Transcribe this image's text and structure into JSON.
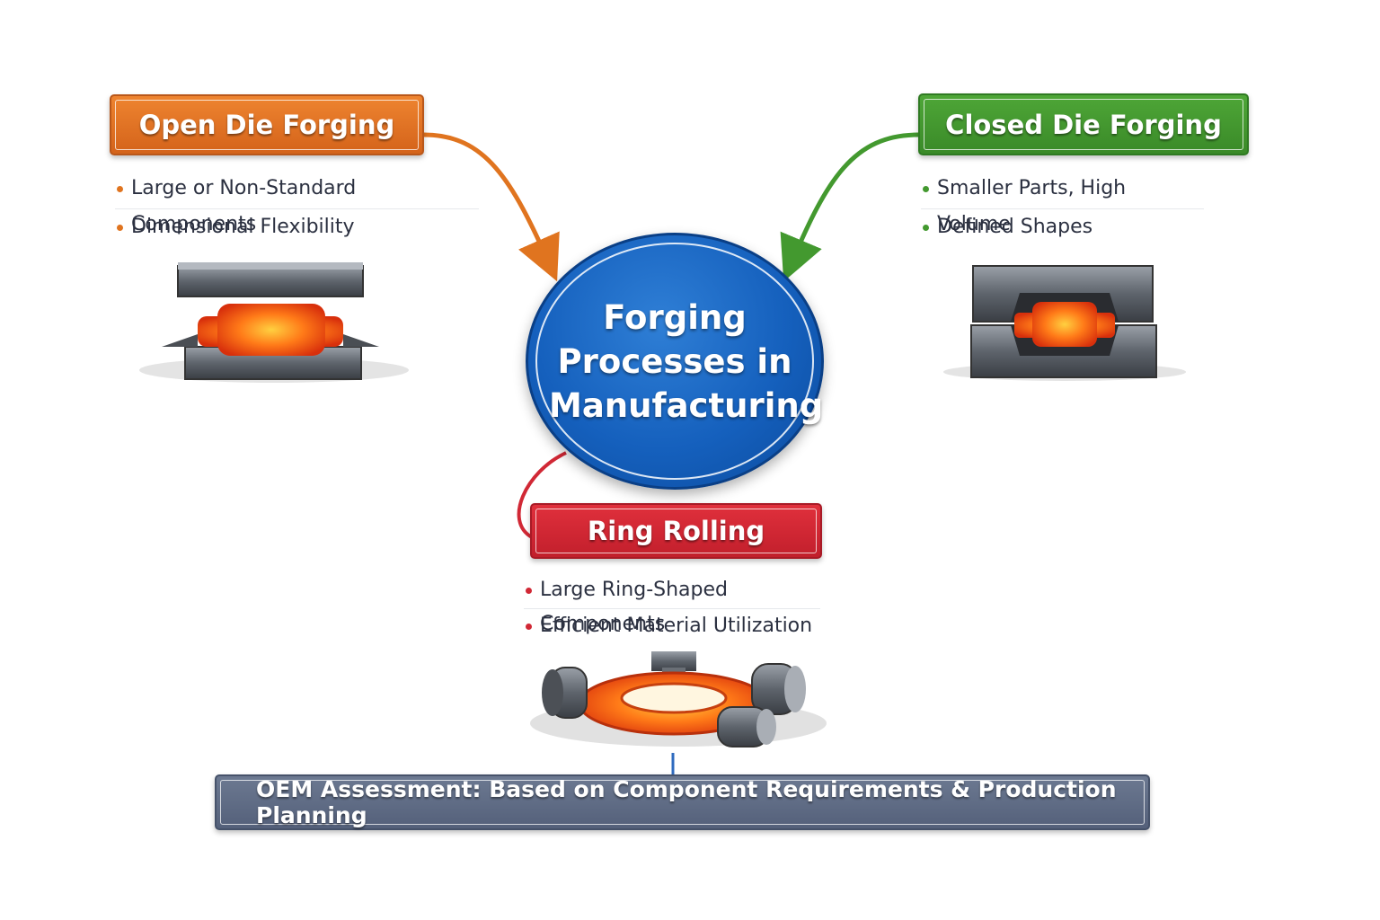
{
  "center": {
    "title": "Forging Processes in Manufacturing",
    "color": "#1560bd"
  },
  "processes": [
    {
      "title": "Open Die Forging",
      "color": "#e0741f",
      "bullets": [
        "Large or Non-Standard Components",
        "Dimensional Flexibility"
      ]
    },
    {
      "title": "Closed Die Forging",
      "color": "#43992f",
      "bullets": [
        "Smaller Parts, High Volume",
        "Defined Shapes"
      ]
    },
    {
      "title": "Ring Rolling",
      "color": "#d12835",
      "bullets": [
        "Large Ring-Shaped Components",
        "Efficient Material Utilization"
      ]
    }
  ],
  "footer": {
    "text": "OEM Assessment: Based on Component Requirements & Production Planning",
    "color": "#5f6b84"
  },
  "illustrations": {
    "open": "open-die-press-icon",
    "closed": "closed-die-press-icon",
    "ring": "ring-rolling-machine-icon"
  }
}
